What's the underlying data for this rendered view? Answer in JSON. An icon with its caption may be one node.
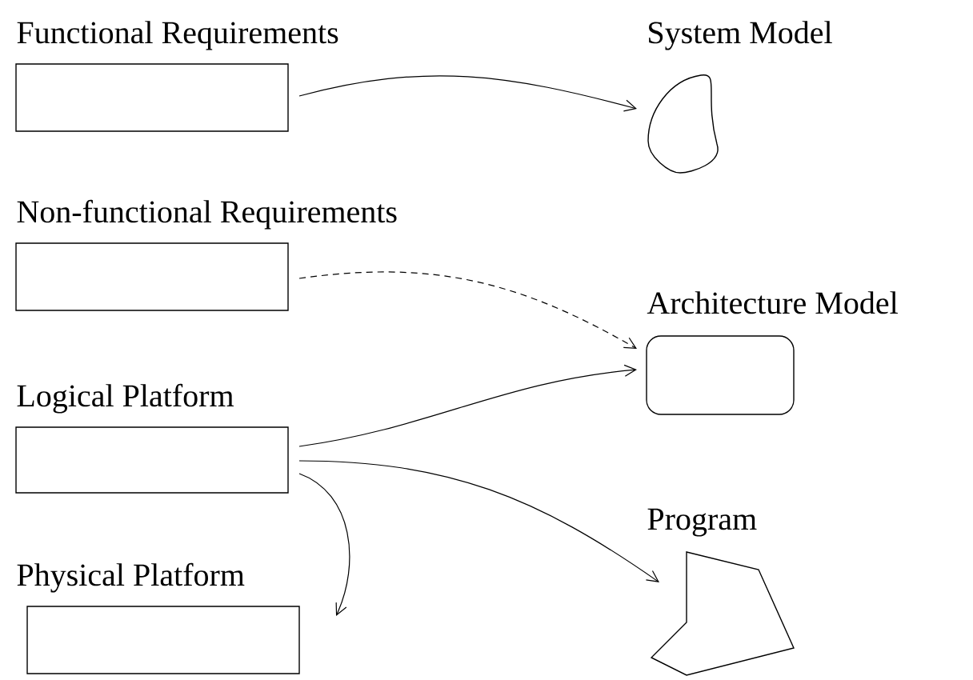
{
  "diagram": {
    "nodes": [
      {
        "text": [
          "Functional Requirements"
        ]
      },
      {
        "text": [
          "Non-functional Requirements"
        ]
      },
      {
        "text": [
          "Logical Platform"
        ]
      },
      {
        "text": [
          "Physical Platform"
        ]
      },
      {
        "text": [
          "System Model"
        ]
      },
      {
        "text": [
          "Architecture Model"
        ]
      },
      {
        "text": [
          "Program"
        ]
      }
    ],
    "edges": [
      {
        "from": 0,
        "to": 4,
        "arrow": "to"
      },
      {
        "from": 1,
        "to": 5,
        "arrow": "to",
        "style": "dashed"
      },
      {
        "from": 2,
        "to": 5,
        "arrow": "to"
      },
      {
        "from": 2,
        "to": 6,
        "arrow": "to"
      },
      {
        "from": 2,
        "to": 3,
        "arrow": "to"
      }
    ]
  }
}
